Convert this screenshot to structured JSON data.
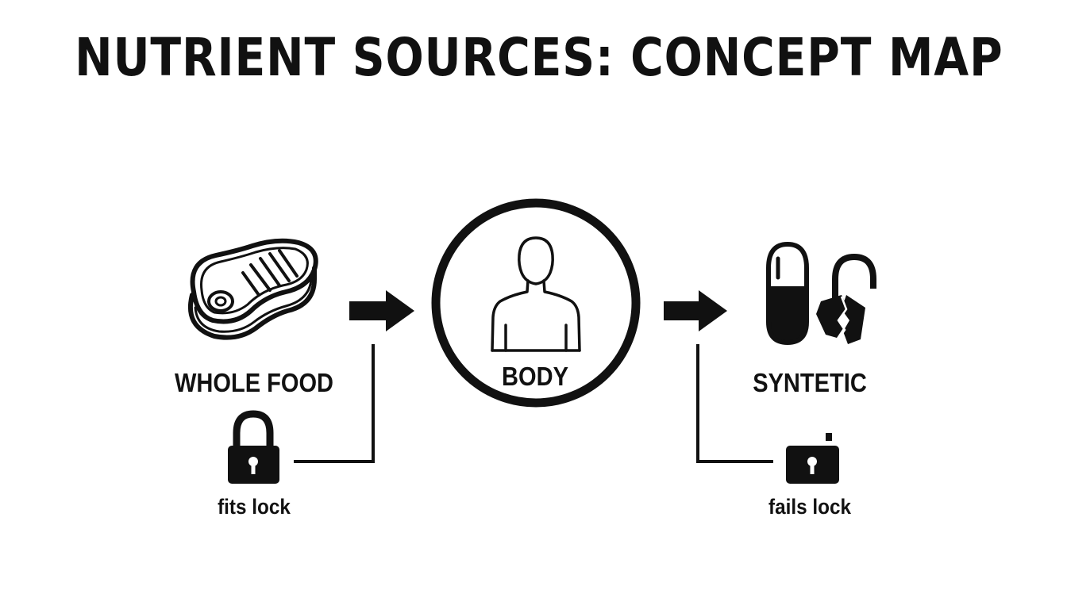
{
  "title": "NUTRIENT SOURCES: CONCEPT MAP",
  "nodes": {
    "whole_food": {
      "label": "WHOLE FOOD",
      "icon": "steak-icon"
    },
    "body": {
      "label": "BODY",
      "icon": "person-icon"
    },
    "synthetic": {
      "label": "SYNTETIC",
      "icon": "capsule-icon"
    }
  },
  "locks": {
    "fits": {
      "label": "fits lock",
      "icon": "closed-padlock-icon"
    },
    "fails": {
      "label": "fails lock",
      "icon": "broken-padlock-icon"
    }
  },
  "colors": {
    "ink": "#111111",
    "background": "#ffffff"
  }
}
